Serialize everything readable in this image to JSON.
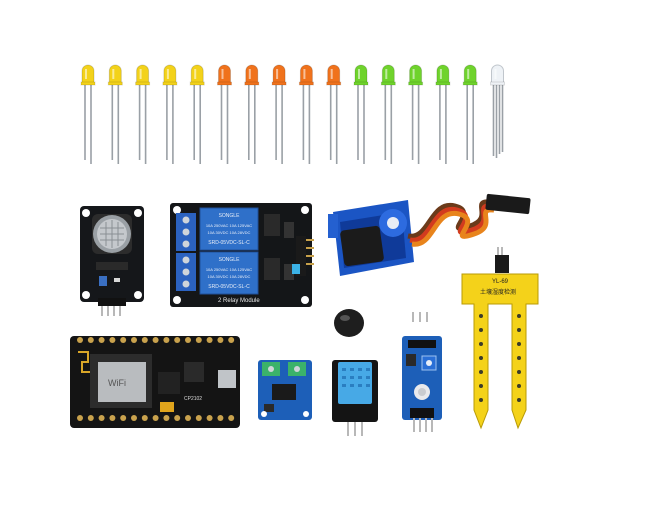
{
  "colors": {
    "background": "#ffffff",
    "led_yellow": "#f3d21a",
    "led_orange": "#f0721c",
    "led_green": "#6fd32c",
    "led_clear": "#eef2f6",
    "pcb_black": "#16181b",
    "pcb_blue": "#1d5fb8",
    "relay_blue": "#2f70c9",
    "servo_blue": "#1c58c8",
    "dht_blue": "#47a9e6",
    "moisture_yellow": "#f4d21a",
    "wire_orange": "#e8841c",
    "wire_red": "#d23b1e",
    "wire_brown": "#6b3a1a"
  },
  "leds": {
    "colors": [
      "led_yellow",
      "led_yellow",
      "led_yellow",
      "led_yellow",
      "led_yellow",
      "led_orange",
      "led_orange",
      "led_orange",
      "led_orange",
      "led_orange",
      "led_green",
      "led_green",
      "led_green",
      "led_green",
      "led_green",
      "led_clear"
    ]
  },
  "relay": {
    "silk_label": "2 Relay Module",
    "relay_brand": "SONGLE",
    "relay_rating_1": "10A 250VAC  10A 125VAC",
    "relay_rating_2": "10A 30VDC   10A 28VDC",
    "relay_model": "SRD-05VDC-SL-C"
  },
  "moisture": {
    "silk_label": "土壤湿度检测",
    "model": "YL-69"
  },
  "esp": {
    "wifi_chip": "WiFi",
    "silk": "CP2102"
  }
}
